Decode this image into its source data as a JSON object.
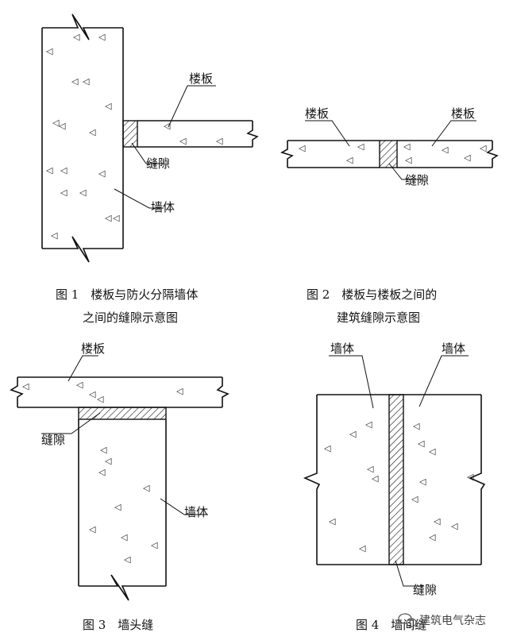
{
  "figures": [
    {
      "id": "fig1",
      "labels": {
        "slab": "楼板",
        "gap": "缝隙",
        "wall": "墙体"
      },
      "caption_line1": "图 1　楼板与防火分隔墙体",
      "caption_line2": "之间的缝隙示意图"
    },
    {
      "id": "fig2",
      "labels": {
        "slab_left": "楼板",
        "slab_right": "楼板",
        "gap": "缝隙"
      },
      "caption_line1": "图 2　楼板与楼板之间的",
      "caption_line2": "建筑缝隙示意图"
    },
    {
      "id": "fig3",
      "labels": {
        "slab": "楼板",
        "gap": "缝隙",
        "wall": "墙体"
      },
      "caption_line1": "图 3　墙头缝"
    },
    {
      "id": "fig4",
      "labels": {
        "wall_left": "墙体",
        "wall_right": "墙体",
        "gap": "缝隙"
      },
      "caption_line1": "图 4　墙间缝"
    }
  ],
  "watermark": "建筑电气杂志",
  "colors": {
    "ink": "#111111",
    "background": "#ffffff"
  },
  "icons": {
    "aggregate_mark": "triangle-glyph",
    "watermark_logo": "wechat-icon"
  }
}
